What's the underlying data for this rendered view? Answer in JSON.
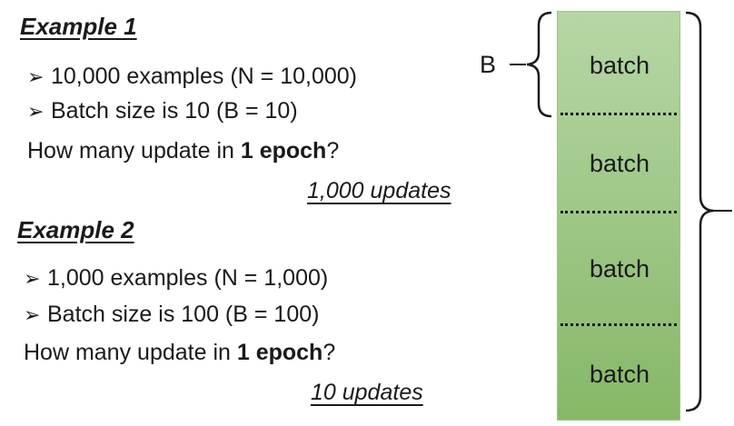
{
  "example1": {
    "title": "Example 1",
    "bullets": [
      "10,000 examples (N = 10,000)",
      "Batch size is 10 (B = 10)"
    ],
    "question_prefix": "How many update in ",
    "question_bold": "1 epoch",
    "question_suffix": "?",
    "answer": "1,000 updates"
  },
  "example2": {
    "title": "Example 2",
    "bullets": [
      "1,000 examples (N = 1,000)",
      "Batch size is 100 (B = 100)"
    ],
    "question_prefix": "How many update in ",
    "question_bold": "1 epoch",
    "question_suffix": "?",
    "answer": "10 updates"
  },
  "diagram": {
    "b_label": "B",
    "batches": [
      "batch",
      "batch",
      "batch",
      "batch"
    ],
    "colors": {
      "fill_top": "#b6d7a6",
      "fill_bottom": "#86b867",
      "ink": "#1a1a1a"
    }
  }
}
